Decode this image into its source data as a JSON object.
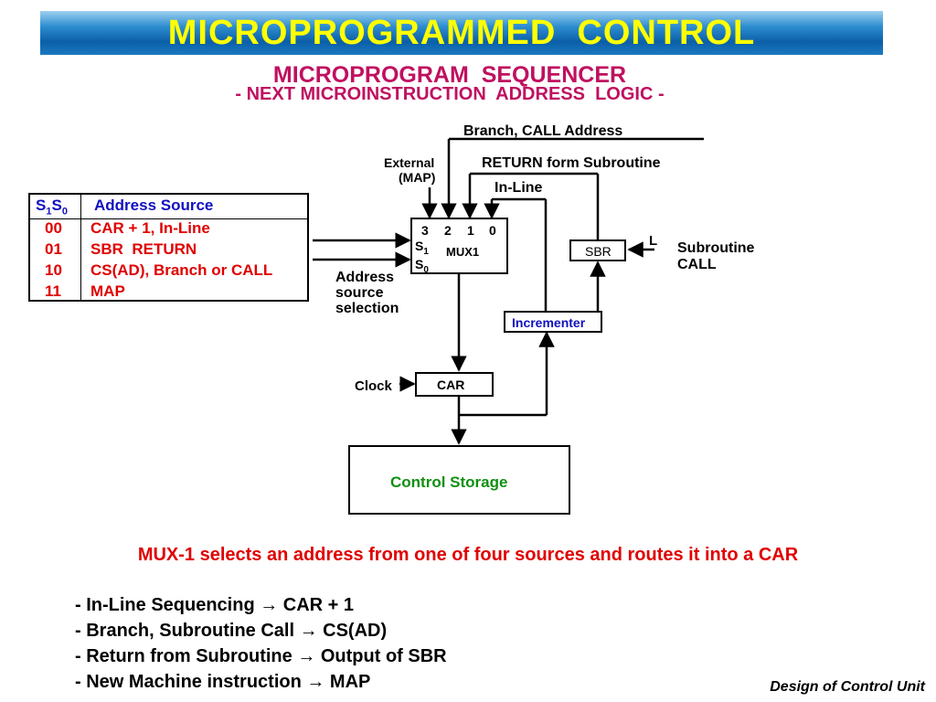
{
  "title": "MICROPROGRAMMED  CONTROL",
  "subtitle1": "MICROPROGRAM  SEQUENCER",
  "subtitle2": "- NEXT MICROINSTRUCTION  ADDRESS  LOGIC -",
  "table": {
    "header_col1_main": "S",
    "header_col1_sub1": "1",
    "header_col1_main2": "S",
    "header_col1_sub2": "0",
    "header_col2": "Address Source",
    "rows": [
      {
        "code": "00",
        "source": "CAR + 1, In-Line"
      },
      {
        "code": "01",
        "source": "SBR  RETURN"
      },
      {
        "code": "10",
        "source": "CS(AD), Branch or CALL"
      },
      {
        "code": "11",
        "source": "MAP"
      }
    ]
  },
  "diagram": {
    "branch_call_address": "Branch, CALL Address",
    "external": "External",
    "map": "(MAP)",
    "return_from_subroutine": "RETURN form Subroutine",
    "in_line": "In-Line",
    "mux_inputs": [
      "3",
      "2",
      "1",
      "0"
    ],
    "mux_s1": "S",
    "mux_s1_sub": "1",
    "mux_s0": "S",
    "mux_s0_sub": "0",
    "mux_name": "MUX1",
    "sbr": "SBR",
    "l_label": "L",
    "subroutine_call": "Subroutine\nCALL",
    "address_source_selection": "Address\nsource\nselection",
    "incrementer": "Incrementer",
    "clock": "Clock",
    "car": "CAR",
    "control_storage": "Control Storage"
  },
  "caption": "MUX-1 selects an address from one of four sources and routes it into a CAR",
  "bullets": [
    "- In-Line Sequencing → CAR + 1",
    "- Branch, Subroutine Call → CS(AD)",
    "- Return from Subroutine → Output of SBR",
    "- New Machine instruction → MAP"
  ],
  "footer": "Design of Control Unit",
  "colors": {
    "title_text": "#ffff00",
    "banner_blue": "#0b5fa8",
    "subtitle": "#c01060",
    "table_header": "#1010c0",
    "table_rows": "#e00000",
    "incrementer": "#1010c0",
    "control_storage": "#109010",
    "caption": "#e00000"
  }
}
